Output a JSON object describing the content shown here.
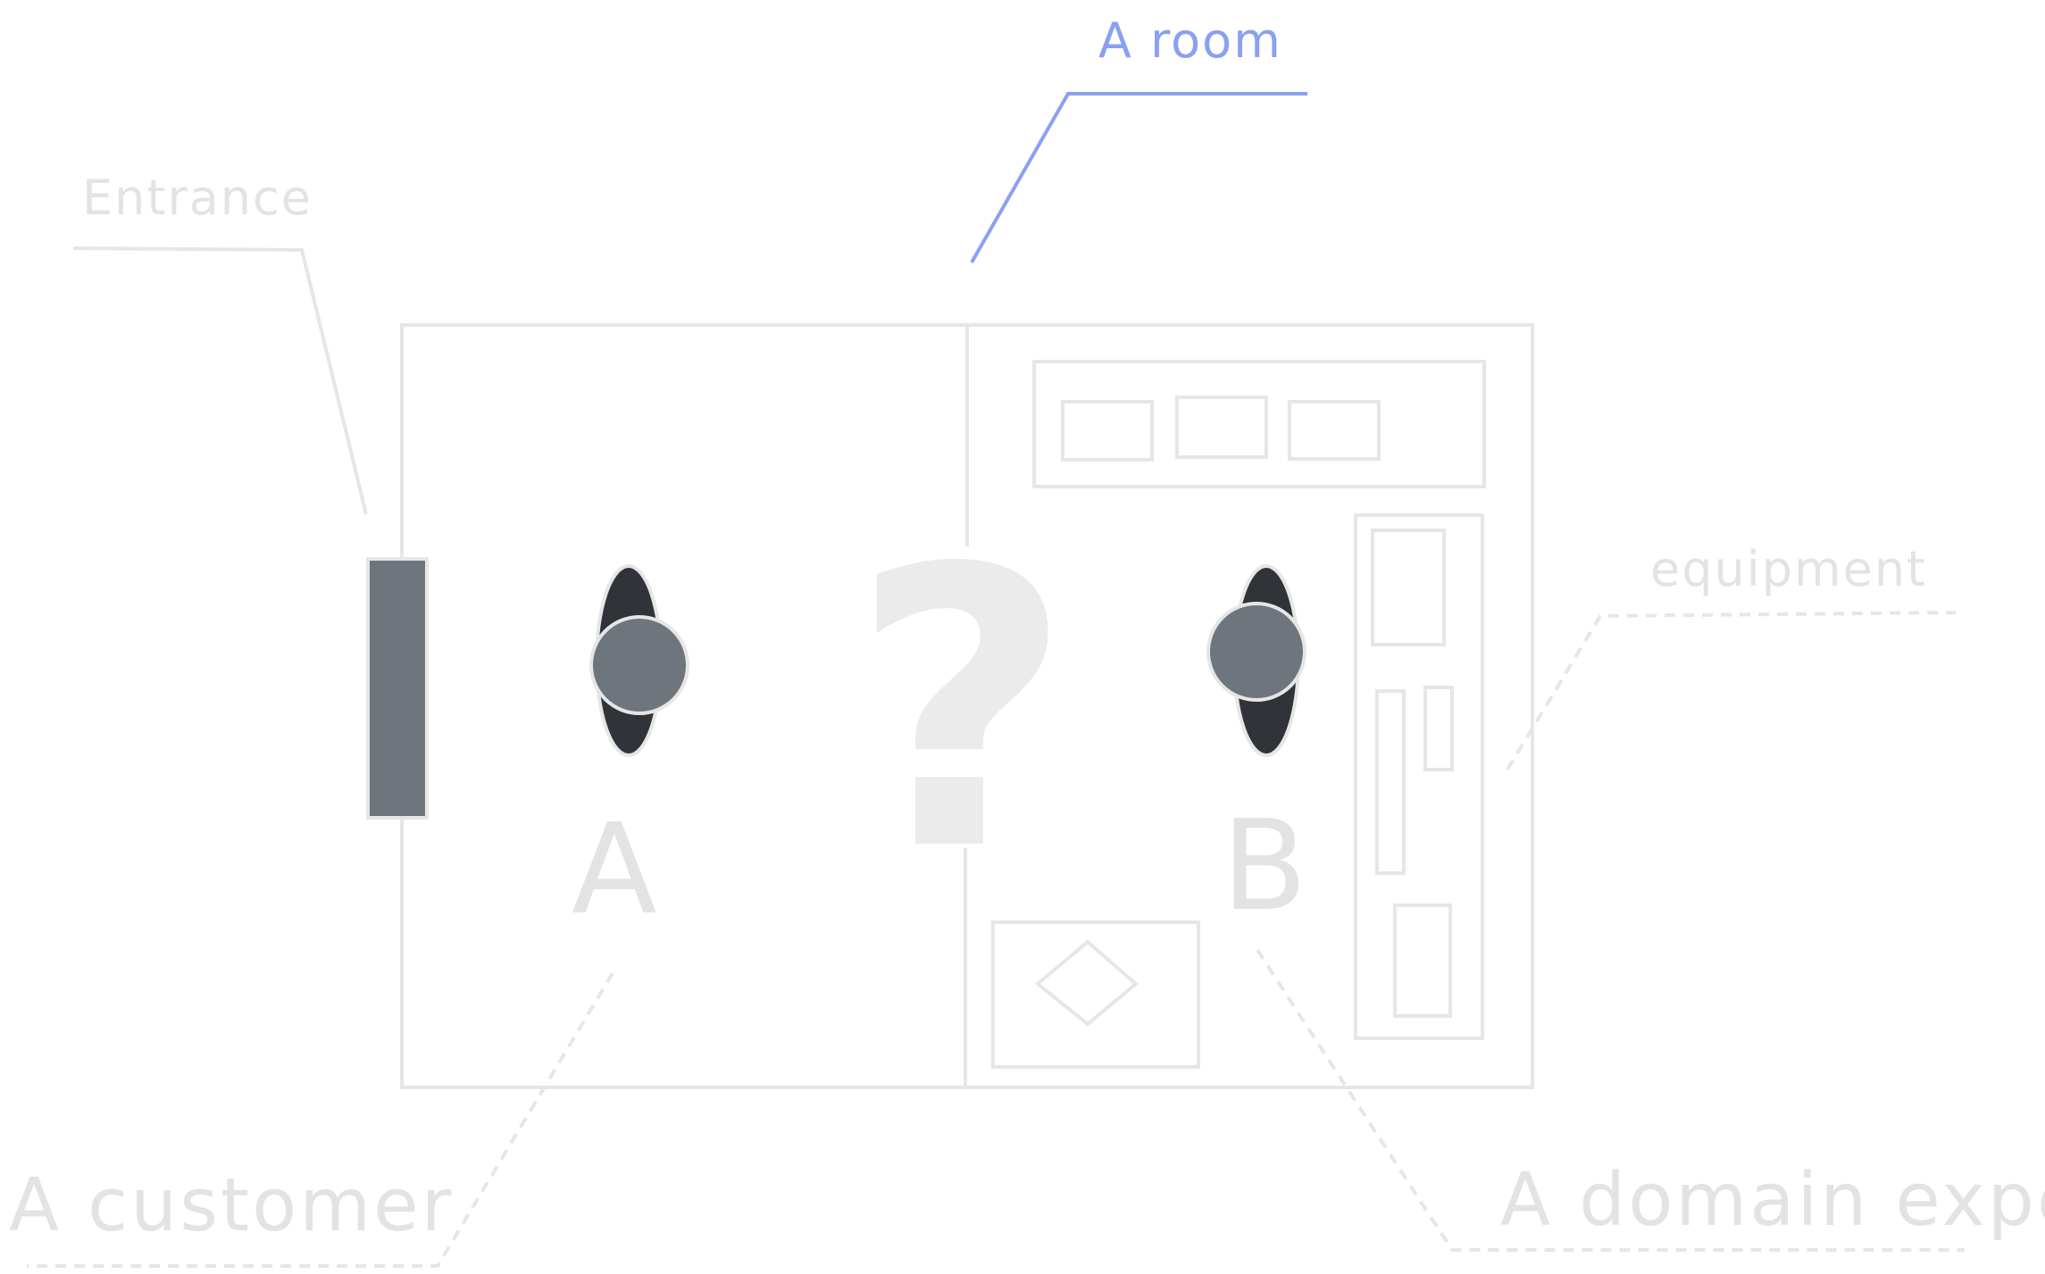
{
  "labels": {
    "room": "A room",
    "entrance": "Entrance",
    "equipment": "equipment",
    "customer": "A customer",
    "domain_expert": "A domain expert",
    "person_a": "A",
    "person_b": "B",
    "question": "?"
  },
  "colors": {
    "line": "#e6e6e6",
    "accent": "#8aa0f2",
    "door": "#6f757c",
    "person_head": "#6f757c",
    "person_body": "#303438",
    "faint_text": "#e3e3e3"
  }
}
